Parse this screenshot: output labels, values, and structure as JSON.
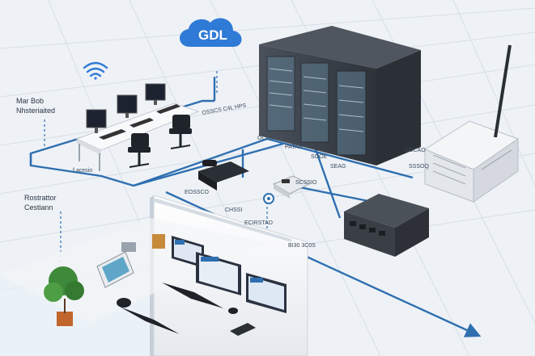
{
  "cloud": {
    "label": "GDL"
  },
  "labels": {
    "office_area": "Mar Bob\nNhsteriaited",
    "reception_area": "Rostrattor\nCestiann",
    "desk_note": "f acesio",
    "rack_note": "OSSCS C4L HPS",
    "link_1": "OCCRI",
    "link_2": "PATAR",
    "link_3": "SOOE",
    "link_4": "SEAG",
    "link_5": "OCCAO",
    "link_6": "SSSOQ",
    "link_7": "EOSSCO",
    "link_8": "ECIRSTAD",
    "link_9": "CHSSI",
    "link_10": "SCSSIO",
    "link_11": "BI30 3C0S"
  },
  "colors": {
    "link_line": "#2f6fb0",
    "cloud": "#2f7ad6",
    "floor": "#eef2f6",
    "rack": "#3a3f47",
    "wall": "#f3f4f6"
  },
  "icons": [
    "wifi-icon",
    "cloud-icon",
    "server-rack-icon",
    "switch-icon",
    "router-icon",
    "phone-icon",
    "voip-base-icon",
    "antenna-icon",
    "plant-icon",
    "tablet-icon",
    "monitor-icon",
    "keyboard-icon",
    "mouse-icon",
    "smartphone-icon",
    "chair-icon"
  ]
}
